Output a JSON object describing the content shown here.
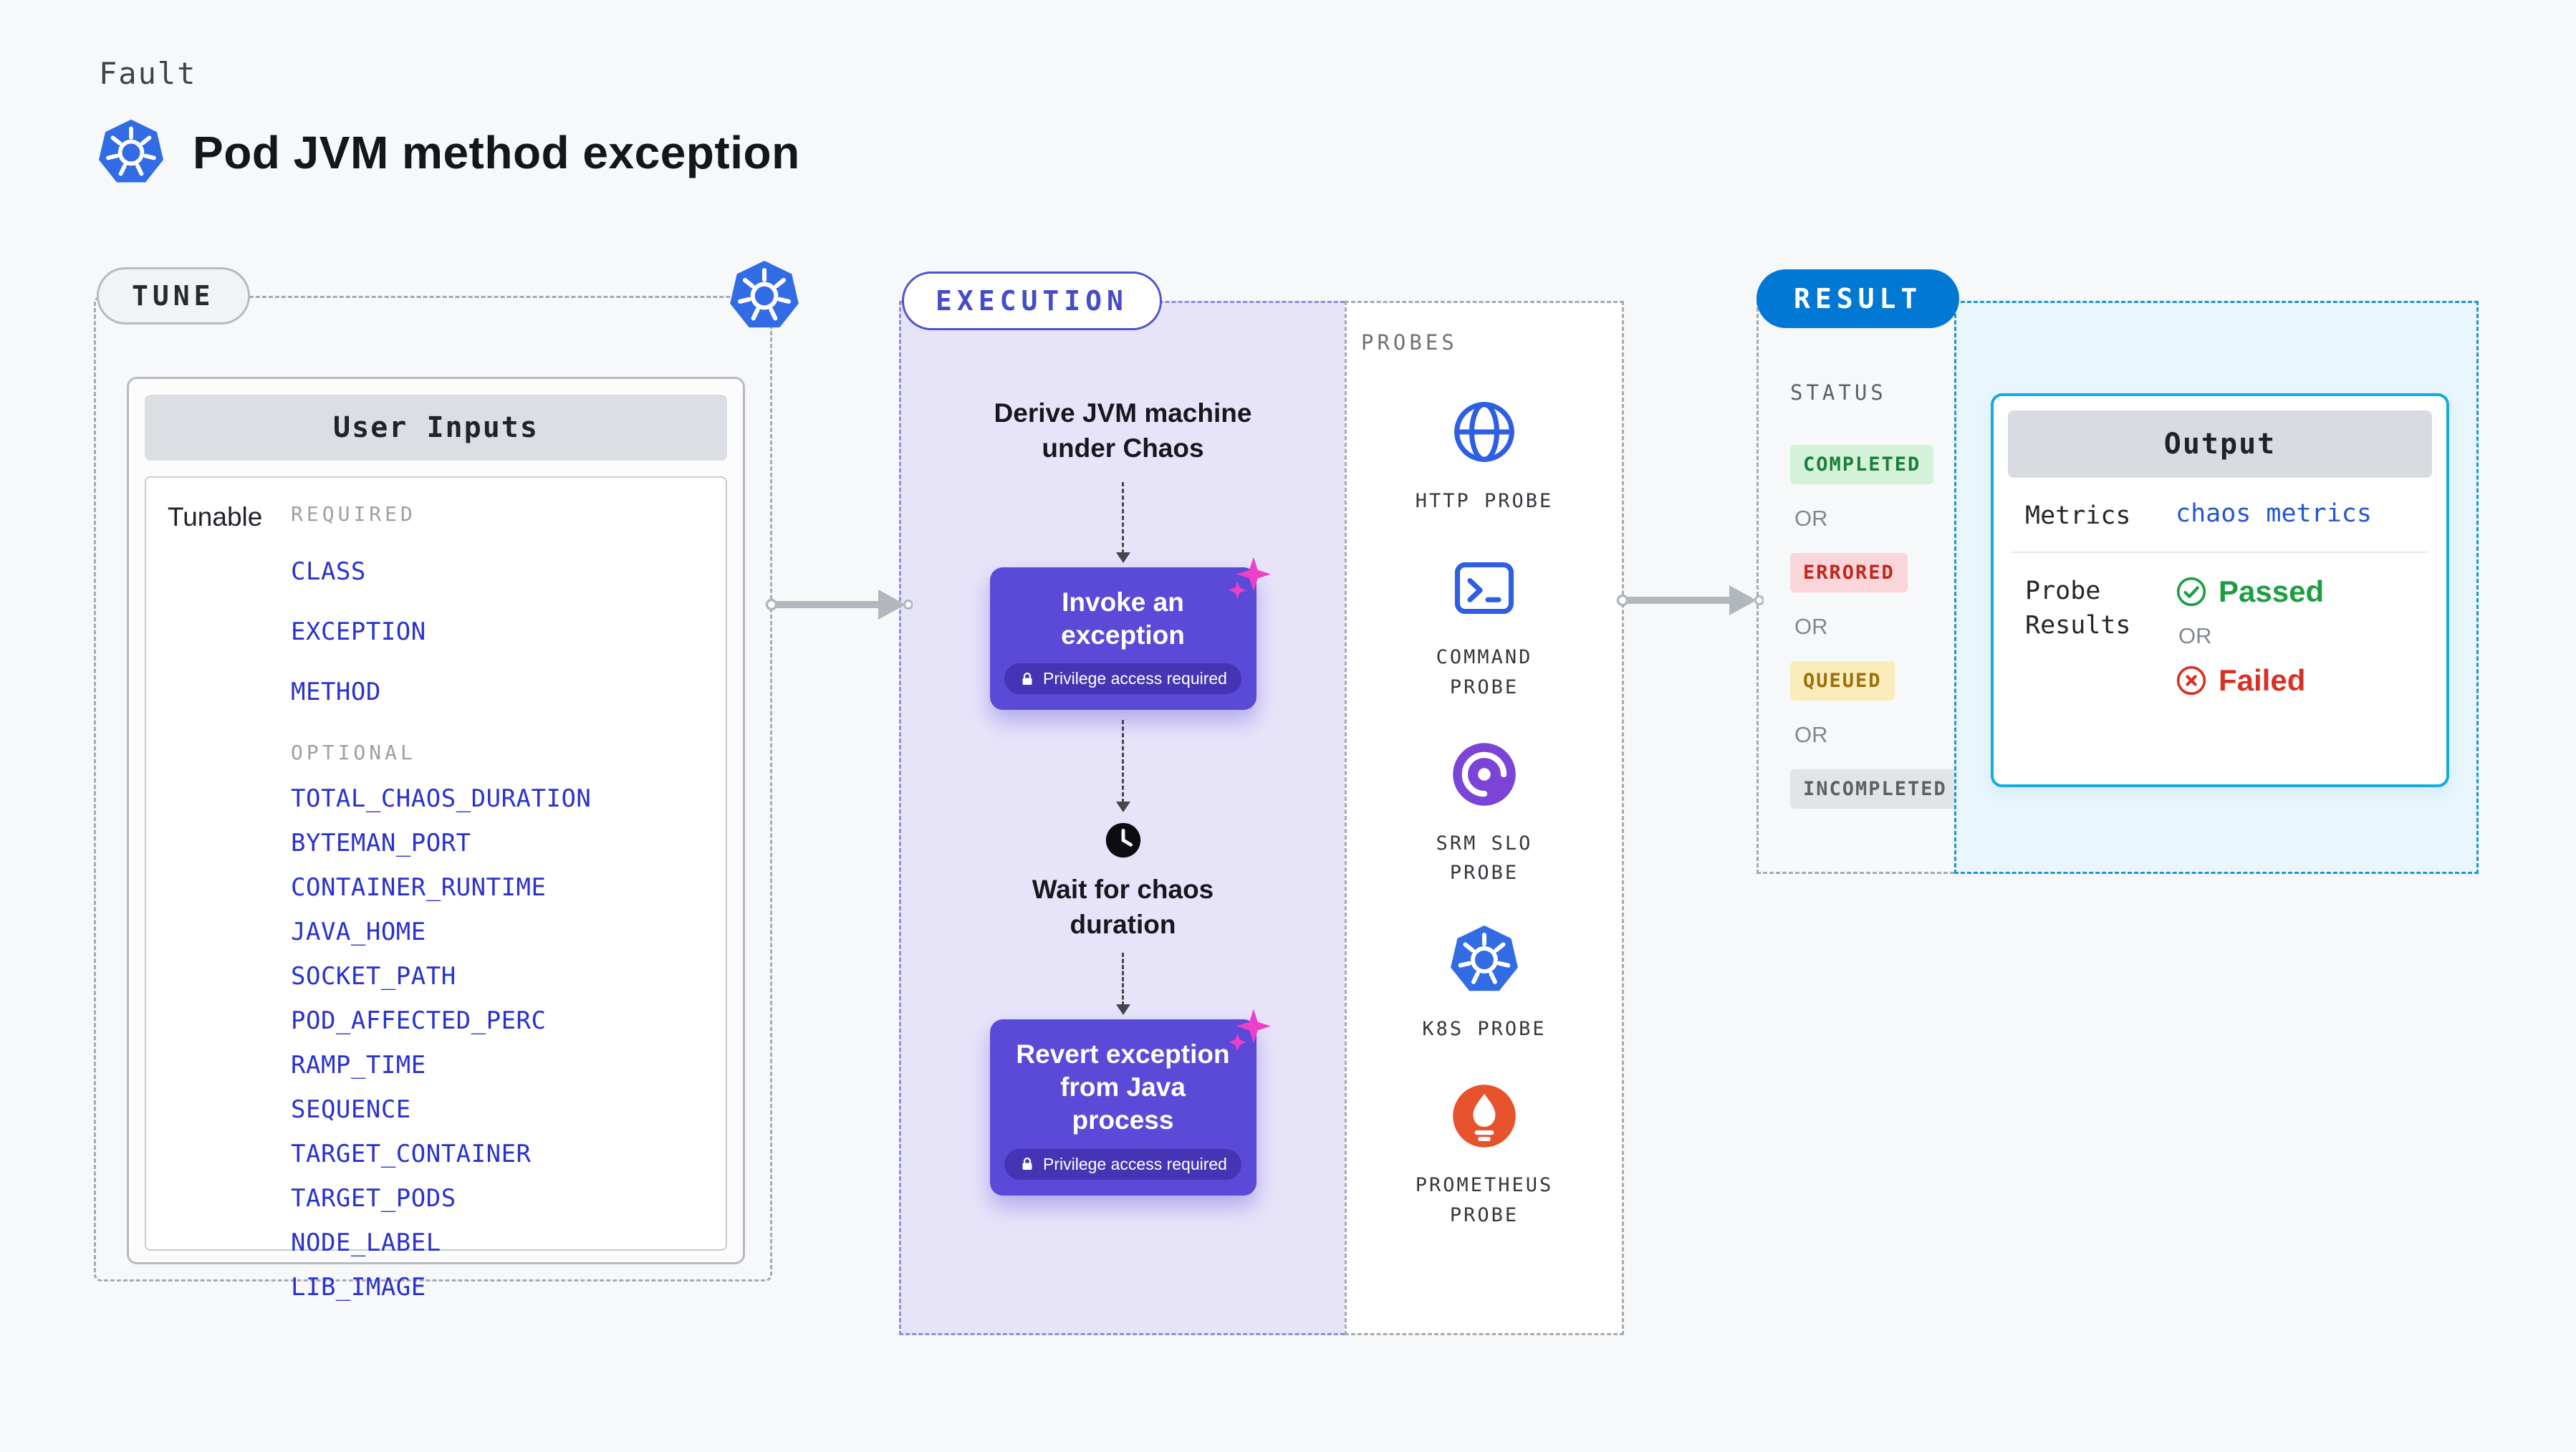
{
  "header": {
    "kicker": "Fault",
    "title": "Pod JVM method exception"
  },
  "tune": {
    "label": "TUNE",
    "card_title": "User Inputs",
    "row_label": "Tunable",
    "required_label": "REQUIRED",
    "required_items": [
      "CLASS",
      "EXCEPTION",
      "METHOD"
    ],
    "optional_label": "OPTIONAL",
    "optional_items": [
      "TOTAL_CHAOS_DURATION",
      "BYTEMAN_PORT",
      "CONTAINER_RUNTIME",
      "JAVA_HOME",
      "SOCKET_PATH",
      "POD_AFFECTED_PERC",
      "RAMP_TIME",
      "SEQUENCE",
      "TARGET_CONTAINER",
      "TARGET_PODS",
      "NODE_LABEL",
      "LIB_IMAGE"
    ]
  },
  "execution": {
    "label": "EXECUTION",
    "derive_step": "Derive JVM machine under Chaos",
    "invoke_action": "Invoke an exception",
    "wait_step": "Wait for chaos duration",
    "revert_action": "Revert exception from Java process",
    "privilege_note": "Privilege access required"
  },
  "probes": {
    "label": "PROBES",
    "items": [
      {
        "name": "HTTP PROBE",
        "icon": "globe-icon"
      },
      {
        "name": "COMMAND PROBE",
        "icon": "terminal-icon"
      },
      {
        "name": "SRM SLO PROBE",
        "icon": "gauge-icon"
      },
      {
        "name": "K8S PROBE",
        "icon": "kubernetes-icon"
      },
      {
        "name": "PROMETHEUS PROBE",
        "icon": "prometheus-icon"
      }
    ]
  },
  "result": {
    "label": "RESULT",
    "status_label": "STATUS",
    "or_label": "OR",
    "statuses": [
      {
        "label": "COMPLETED",
        "type": "success"
      },
      {
        "label": "ERRORED",
        "type": "error"
      },
      {
        "label": "QUEUED",
        "type": "warning"
      },
      {
        "label": "INCOMPLETED",
        "type": "neutral"
      }
    ],
    "output": {
      "title": "Output",
      "metrics_label": "Metrics",
      "metrics_value": "chaos metrics",
      "probe_results_label": "Probe Results",
      "passed_label": "Passed",
      "failed_label": "Failed"
    }
  },
  "icons": {
    "kubernetes": "kubernetes-icon",
    "sparkle": "chaos-sparkle-icon",
    "lock": "lock-icon",
    "clock": "clock-icon",
    "passed": "check-circle-icon",
    "failed": "x-circle-icon"
  },
  "colors": {
    "accent_purple": "#5b49d8",
    "result_blue": "#0278d5",
    "kubernetes_blue": "#326ce5",
    "success_green": "#1d9e41",
    "error_red": "#d93025",
    "link_blue": "#2a32cc",
    "sparkle_pink": "#ee3fc8",
    "prometheus_orange": "#e6522c"
  }
}
